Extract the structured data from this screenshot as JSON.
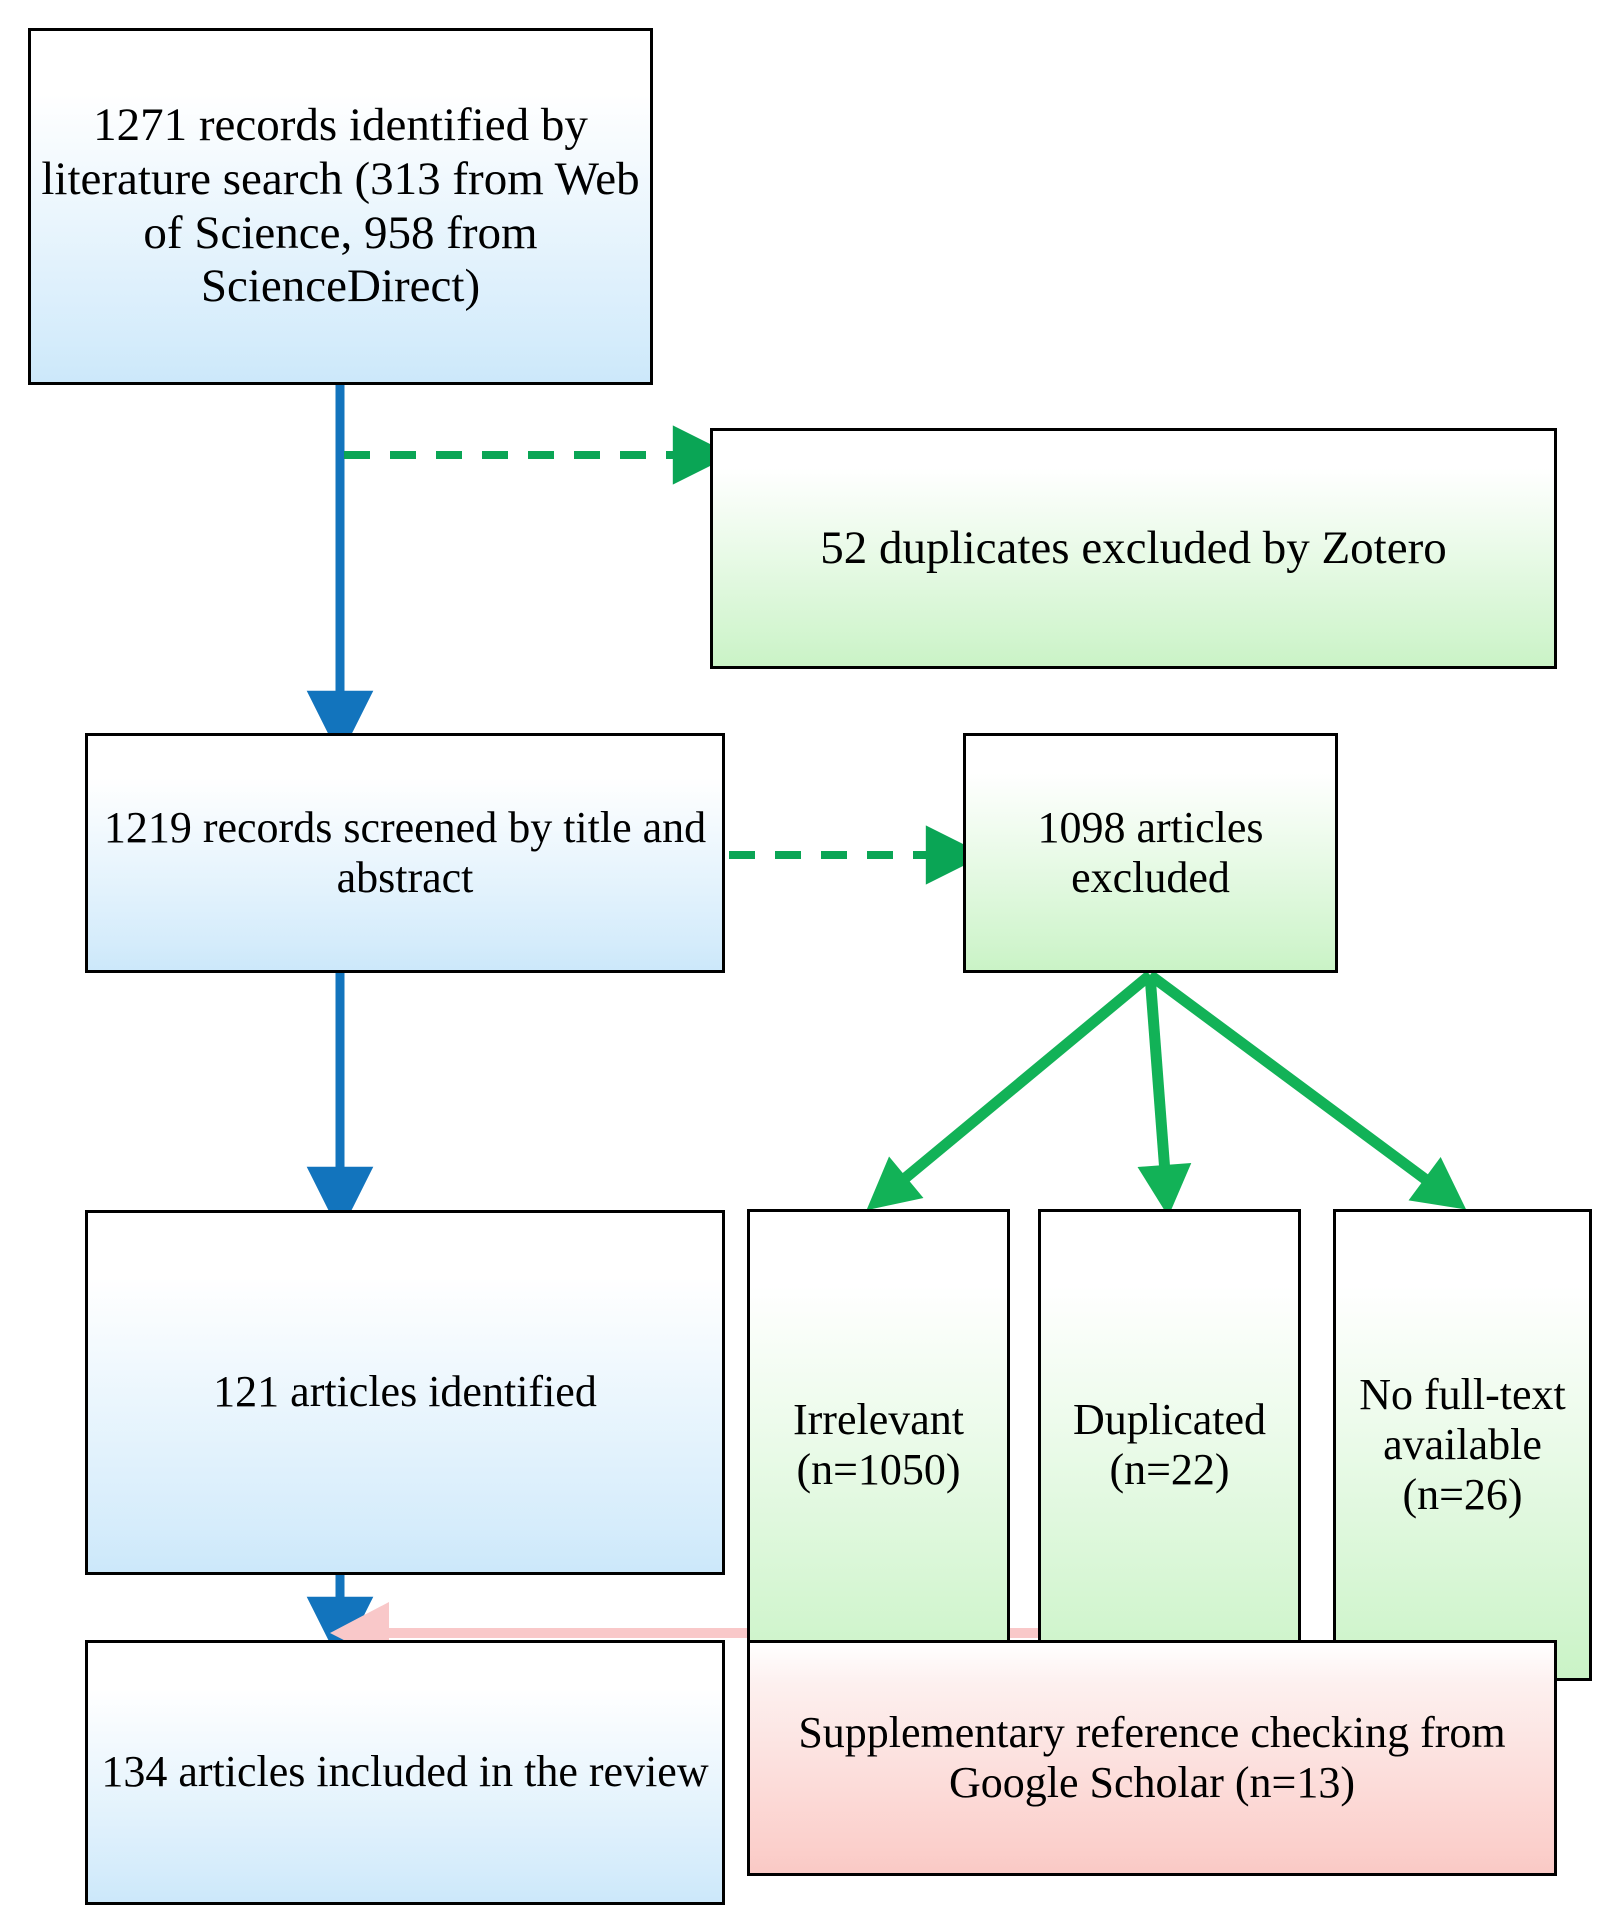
{
  "diagram": {
    "title": "PRISMA study selection flow diagram",
    "colors": {
      "blue_box_fill": "#cce8fa",
      "green_box_fill": "#caf3c6",
      "pink_box_fill": "#fac9c5",
      "blue_arrow": "#1274bd",
      "green_arrow": "#0aa555",
      "green_solid_arrow": "#12b257",
      "pink_arrow": "#f9c8c9",
      "border": "#000000"
    },
    "nodes": {
      "identified": {
        "text": "1271 records identified by literature search (313 from Web of Science, 958 from ScienceDirect)",
        "font_size": 47
      },
      "duplicates_excluded": {
        "text": "52 duplicates excluded by Zotero",
        "font_size": 47
      },
      "screened": {
        "text": "1219 records screened by title and abstract",
        "font_size": 44
      },
      "articles_excluded": {
        "text": "1098 articles excluded",
        "font_size": 44
      },
      "articles_identified": {
        "text": "121 articles identified",
        "font_size": 44
      },
      "irrelevant": {
        "text": "Irrelevant (n=1050)",
        "font_size": 44
      },
      "duplicated": {
        "text": "Duplicated (n=22)",
        "font_size": 44
      },
      "no_full_text": {
        "text": "No full-text available (n=26)",
        "font_size": 44
      },
      "included": {
        "text": "134 articles included in the review",
        "font_size": 44
      },
      "supplementary": {
        "text": "Supplementary reference checking from Google Scholar (n=13)",
        "font_size": 44
      }
    },
    "edges": [
      {
        "name": "identified-to-screened",
        "style": "solid",
        "color": "#1274bd"
      },
      {
        "name": "identified-to-duplicates",
        "style": "dashed",
        "color": "#0aa555"
      },
      {
        "name": "screened-to-identified-articles",
        "style": "solid",
        "color": "#1274bd"
      },
      {
        "name": "screened-to-excluded",
        "style": "dashed",
        "color": "#0aa555"
      },
      {
        "name": "excluded-to-irrelevant",
        "style": "solid",
        "color": "#12b257"
      },
      {
        "name": "excluded-to-duplicated",
        "style": "solid",
        "color": "#12b257"
      },
      {
        "name": "excluded-to-no-full-text",
        "style": "solid",
        "color": "#12b257"
      },
      {
        "name": "articles-to-included",
        "style": "solid",
        "color": "#1274bd"
      },
      {
        "name": "supplementary-to-included",
        "style": "solid",
        "color": "#f9c8c9"
      }
    ]
  }
}
